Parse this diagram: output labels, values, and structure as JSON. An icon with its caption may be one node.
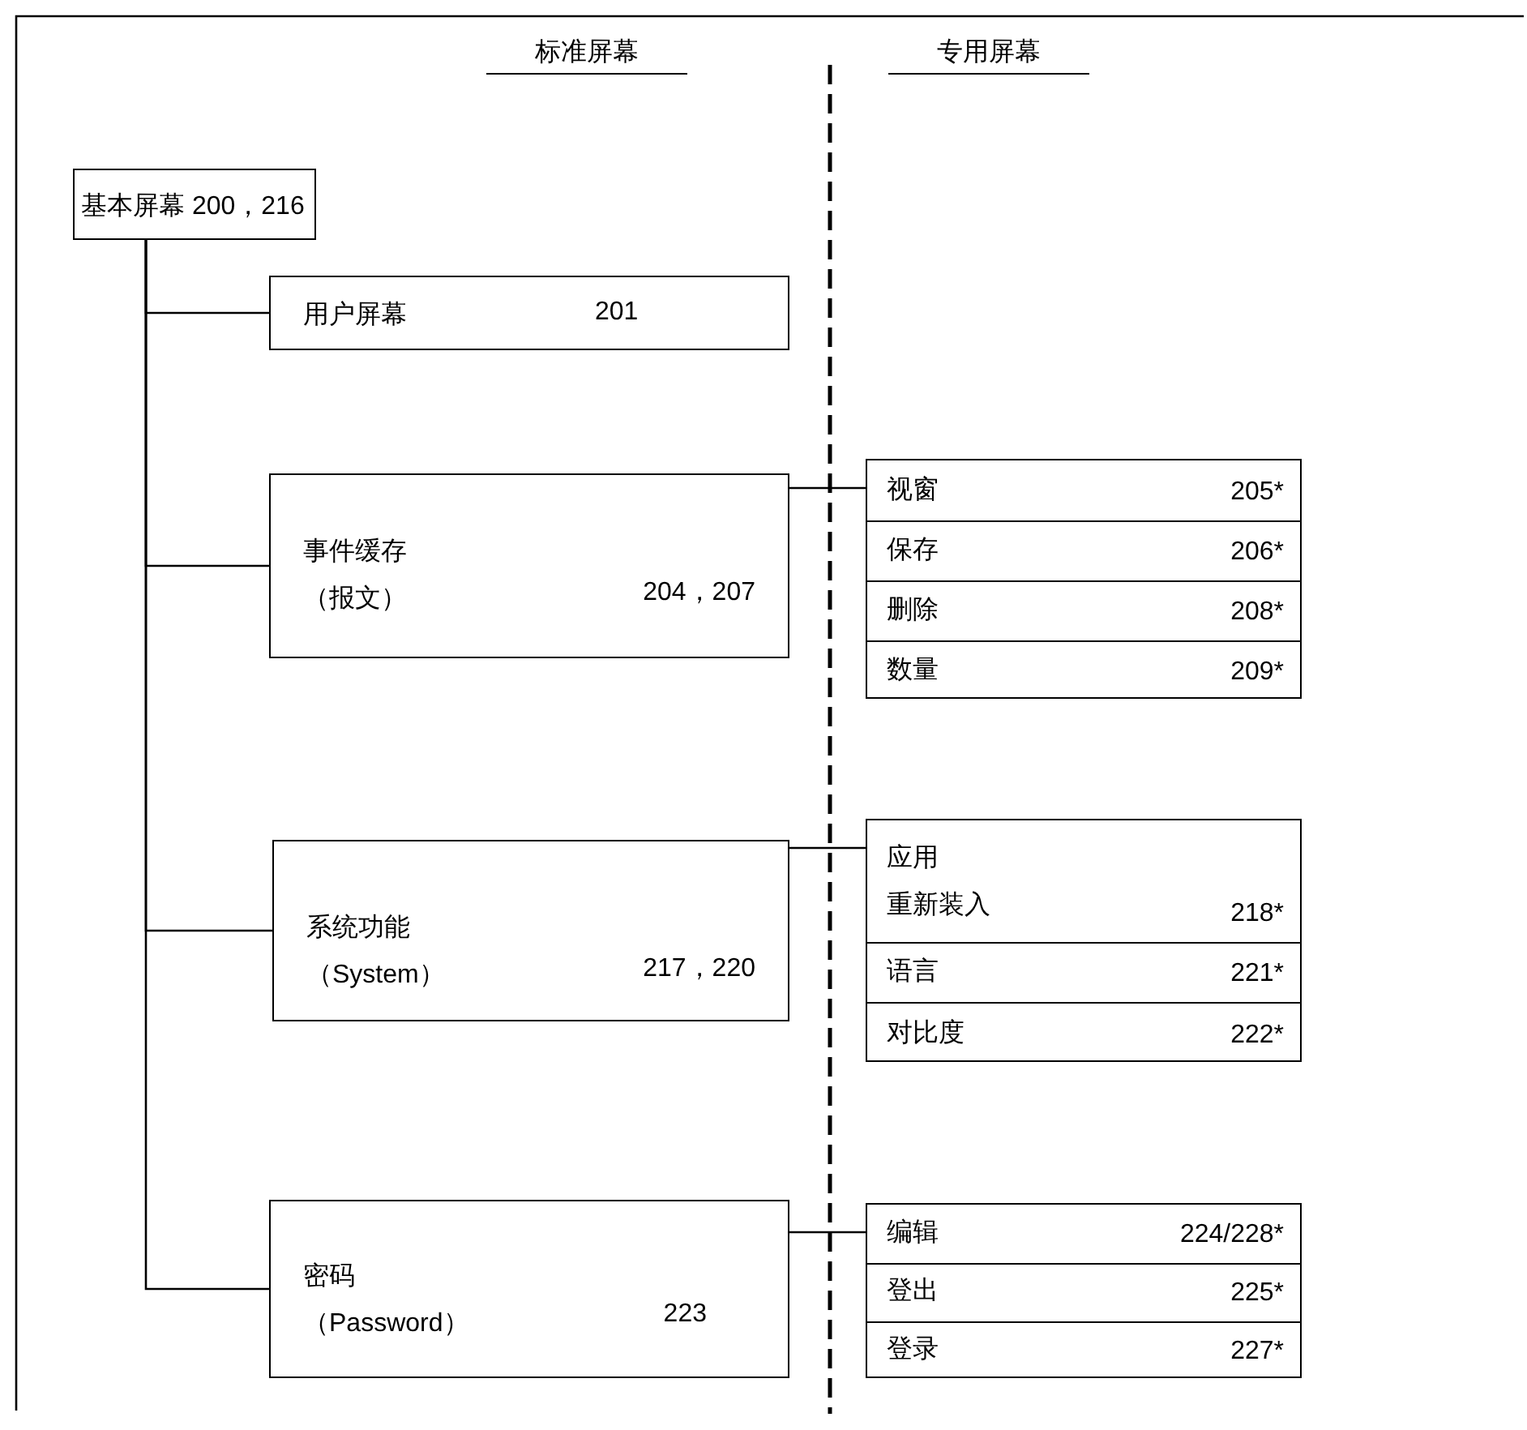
{
  "diagram": {
    "nodes": [
      {
        "text": [
          "基本屏幕",
          "200，216"
        ]
      },
      {
        "text": [
          "用户屏幕",
          "201"
        ]
      },
      {
        "text": [
          "事件缓存（报文）",
          "204，207"
        ]
      },
      {
        "text": [
          "系统功能（System）",
          "217，220"
        ]
      },
      {
        "text": [
          "密码（Password）",
          "223"
        ]
      },
      {
        "text": [],
        "shape": "box"
      },
      {
        "text": [
          "视窗",
          "205*"
        ],
        "in": 5
      },
      {
        "text": [
          "保存",
          "206*"
        ],
        "in": 5
      },
      {
        "text": [
          "删除",
          "208*"
        ],
        "in": 5
      },
      {
        "text": [
          "数量",
          "209*"
        ],
        "in": 5
      },
      {
        "text": [],
        "shape": "box"
      },
      {
        "text": [
          "应用重新装入",
          "218*"
        ],
        "in": 10
      },
      {
        "text": [
          "语言",
          "221*"
        ],
        "in": 10
      },
      {
        "text": [
          "对比度",
          "222*"
        ],
        "in": 10
      },
      {
        "text": [],
        "shape": "box"
      },
      {
        "text": [
          "编辑",
          "224/228*"
        ],
        "in": 14
      },
      {
        "text": [
          "登出",
          "225*"
        ],
        "in": 14
      },
      {
        "text": [
          "登录",
          "227*"
        ],
        "in": 14
      }
    ],
    "edges": [
      {
        "from": 0,
        "to": 1,
        "arrow": "none"
      },
      {
        "from": 0,
        "to": 2,
        "arrow": "none"
      },
      {
        "from": 0,
        "to": 3,
        "arrow": "none"
      },
      {
        "from": 0,
        "to": 4,
        "arrow": "none"
      },
      {
        "from": 2,
        "to": 5,
        "arrow": "none"
      },
      {
        "from": 3,
        "to": 10,
        "arrow": "none"
      },
      {
        "from": 4,
        "to": 14,
        "arrow": "none"
      }
    ],
    "labels": [
      "标准屏幕",
      "专用屏幕"
    ]
  }
}
